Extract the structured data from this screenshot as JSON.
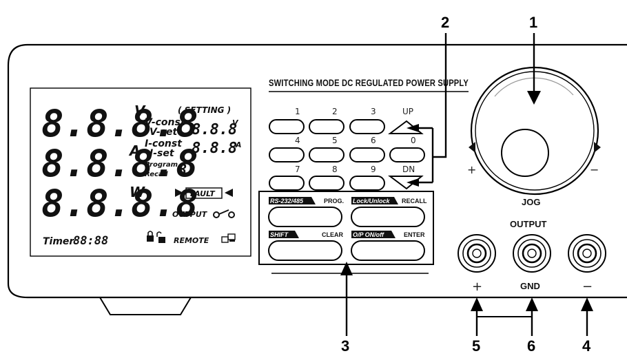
{
  "panel": {
    "title": "SWITCHING MODE DC REGULATED POWER SUPPLY",
    "jog_label": "JOG",
    "output_label": "OUTPUT",
    "knob_plus": "+",
    "knob_minus": "−"
  },
  "display": {
    "main_digits": [
      "8.8.8.8",
      "8.8.8.8",
      "8.8.8.8"
    ],
    "units": [
      "V",
      "A",
      "W"
    ],
    "setting_label": "( SETTING )",
    "vconst": "V-const",
    "vset": "V-set",
    "iconst": "I-const",
    "iset": "I-set",
    "program": "Program",
    "recall_small": "Recall",
    "set_v_digits": "8.8.8",
    "set_v_unit": "V",
    "set_a_digits": "8.8.8",
    "set_a_unit": "A",
    "program_digit": "8",
    "fault": "FAULT",
    "output": "OUTPUT",
    "remote": "REMOTE",
    "timer_label": "Timer",
    "timer_digits": "88:88"
  },
  "keypad": {
    "numbers": [
      "1",
      "2",
      "3",
      "4",
      "5",
      "6",
      "7",
      "8",
      "9"
    ],
    "up": "UP",
    "zero": "0",
    "dn": "DN"
  },
  "function_keys": {
    "rs": "RS-232/485",
    "prog": "PROG.",
    "lock": "Lock/Unlock",
    "recall": "RECALL",
    "shift": "SHIFT",
    "clear": "CLEAR",
    "op": "O/P ON/off",
    "enter": "ENTER"
  },
  "terminals": {
    "plus": "+",
    "gnd": "GND",
    "minus": "−"
  },
  "callouts": [
    "1",
    "2",
    "3",
    "4",
    "5",
    "6"
  ]
}
